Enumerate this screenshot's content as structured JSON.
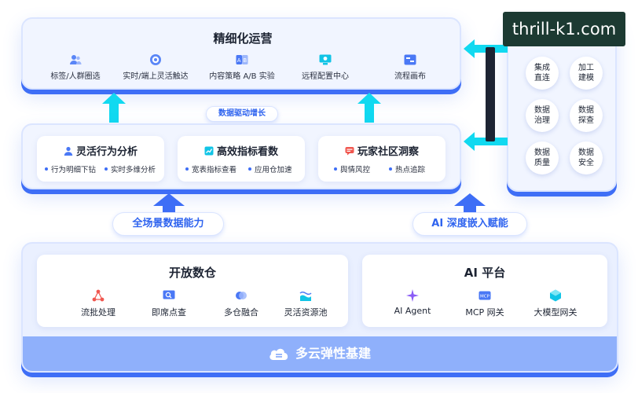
{
  "top_panel": {
    "title": "精细化运营",
    "items": [
      {
        "label": "标签/人群圈选",
        "icon": "users-icon"
      },
      {
        "label": "实时/端上灵活触达",
        "icon": "target-icon"
      },
      {
        "label": "内容策略 A/B 实验",
        "icon": "ab-test-icon"
      },
      {
        "label": "远程配置中心",
        "icon": "monitor-gear-icon"
      },
      {
        "label": "流程画布",
        "icon": "flow-canvas-icon"
      }
    ]
  },
  "middle_label": "数据驱动增长",
  "middle_panel": {
    "cards": [
      {
        "title": "灵活行为分析",
        "icon": "person-icon",
        "subs": [
          "行为明细下钻",
          "实时多维分析"
        ]
      },
      {
        "title": "高效指标看数",
        "icon": "chart-icon",
        "subs": [
          "宽表指标查看",
          "应用仓加速"
        ]
      },
      {
        "title": "玩家社区洞察",
        "icon": "chat-icon",
        "subs": [
          "舆情风控",
          "热点追踪"
        ]
      }
    ]
  },
  "right_panel": {
    "items": [
      "集成直连",
      "加工建模",
      "数据治理",
      "数据探查",
      "数据质量",
      "数据安全"
    ]
  },
  "watermark": "thrill-k1.com",
  "left_pill": "全场景数据能力",
  "right_pill": "AI 深度嵌入赋能",
  "bottom_panel": {
    "left_card": {
      "title": "开放数仓",
      "items": [
        {
          "label": "流批处理",
          "icon": "nodes-icon"
        },
        {
          "label": "即席点查",
          "icon": "search-screen-icon"
        },
        {
          "label": "多仓融合",
          "icon": "merge-icon"
        },
        {
          "label": "灵活资源池",
          "icon": "pool-icon"
        }
      ]
    },
    "right_card": {
      "title": "AI 平台",
      "items": [
        {
          "label": "AI Agent",
          "icon": "sparkle-icon"
        },
        {
          "label": "MCP 网关",
          "icon": "mcp-icon"
        },
        {
          "label": "大模型网关",
          "icon": "cube-icon"
        }
      ]
    },
    "base_label": "多云弹性基建"
  },
  "colors": {
    "accent": "#3e6ef6",
    "arrow": "#11d9f0",
    "panel_bg": "#f1f5ff",
    "base_bar": "#8fb0fb",
    "watermark_bg": "#1c3a32"
  }
}
